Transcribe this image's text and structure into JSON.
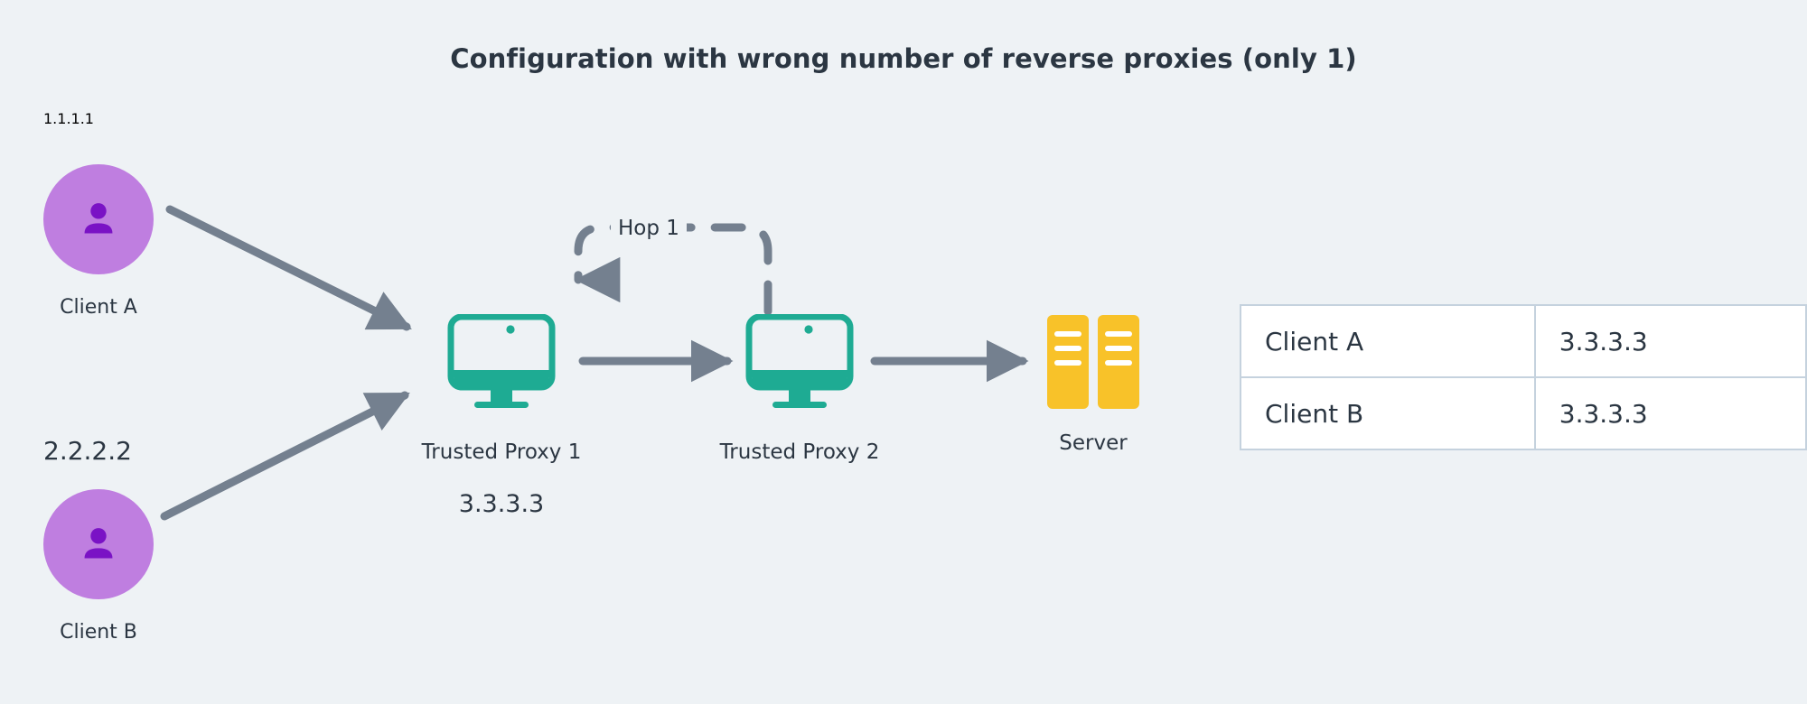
{
  "theme": {
    "background": "#eef2f5",
    "text": "#2b3642",
    "arrow": "#74808f",
    "client_circle": "#bf7ee0",
    "client_glyph": "#7a12c5",
    "proxy_teal": "#1eab93",
    "server_yellow": "#f8c229",
    "table_border": "#c5d2de",
    "table_cell_bg": "#ffffff"
  },
  "title": "Configuration with wrong number of reverse proxies (only 1)",
  "clients": [
    {
      "ip": "1.1.1.1",
      "name": "Client A",
      "icon": "person-icon"
    },
    {
      "ip": "2.2.2.2",
      "name": "Client B",
      "icon": "person-icon"
    }
  ],
  "proxies": [
    {
      "label": "Trusted Proxy 1",
      "sublabel": "3.3.3.3",
      "icon": "monitor-icon"
    },
    {
      "label": "Trusted Proxy 2",
      "sublabel": "",
      "icon": "monitor-icon"
    }
  ],
  "server": {
    "label": "Server",
    "icon": "server-icon"
  },
  "hop": {
    "label": "Hop 1",
    "style": "dashed",
    "direction": "right-to-left"
  },
  "table": {
    "rows": [
      {
        "client": "Client A",
        "ip": "3.3.3.3"
      },
      {
        "client": "Client B",
        "ip": "3.3.3.3"
      }
    ]
  }
}
